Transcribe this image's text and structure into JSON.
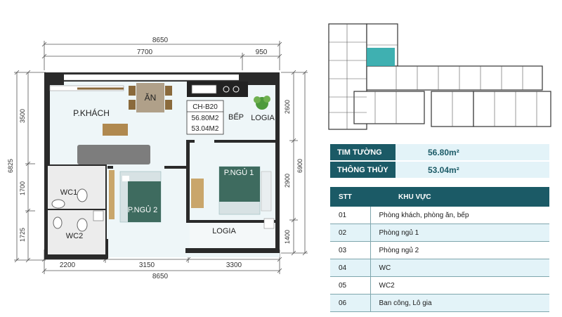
{
  "plan": {
    "dims": {
      "top_total": "8650",
      "top_left": "7700",
      "top_right": "950",
      "bottom_left": "2200",
      "bottom_mid": "3150",
      "bottom_right": "3300",
      "bottom_total": "8650",
      "left_top": "3500",
      "left_total": "6825",
      "left_mid": "1700",
      "left_bottom": "1725",
      "right_top": "2600",
      "right_total": "6900",
      "right_mid": "2900",
      "right_bottom": "1400"
    },
    "rooms": {
      "living": "P.KHÁCH",
      "dining": "ĂN",
      "kitchen": "BẾP",
      "loggia_top": "LOGIA",
      "bedroom1": "P.NGỦ 1",
      "bedroom2": "P.NGỦ 2",
      "wc1": "WC1",
      "wc2": "WC2",
      "loggia_bottom": "LOGIA"
    },
    "unit_box": {
      "code": "CH-B20",
      "area1": "56.80M2",
      "area2": "53.04M2"
    }
  },
  "summary": [
    {
      "label": "TIM TƯỜNG",
      "value": "56.80m²"
    },
    {
      "label": "THÔNG THỦY",
      "value": "53.04m²"
    }
  ],
  "rooms_table": {
    "headers": [
      "STT",
      "KHU VỰC"
    ],
    "rows": [
      {
        "no": "01",
        "area": "Phòng khách, phòng ăn, bếp"
      },
      {
        "no": "02",
        "area": "Phòng ngủ 1"
      },
      {
        "no": "03",
        "area": "Phòng ngủ 2"
      },
      {
        "no": "04",
        "area": "WC"
      },
      {
        "no": "05",
        "area": "WC2"
      },
      {
        "no": "06",
        "area": "Ban công, Lô gia"
      }
    ]
  },
  "colors": {
    "teal_dark": "#1b5a66",
    "teal_light": "#e3f3f8",
    "highlight": "#2aa7a8",
    "floor": "#eef6f8",
    "wall": "#2a2a2a",
    "bed": "#3e6b5f",
    "wood": "#8a6a3c"
  }
}
